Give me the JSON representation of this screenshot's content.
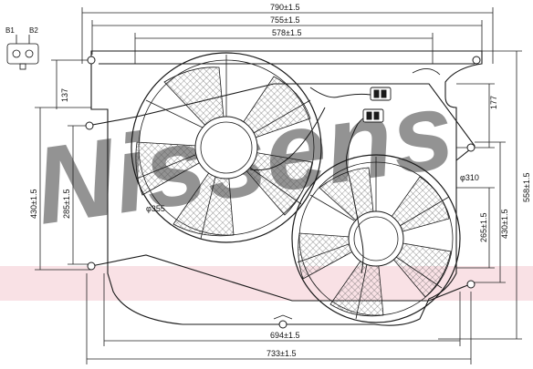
{
  "drawing": {
    "dimensions": {
      "top_outer": "790±1.5",
      "top_middle": "755±1.5",
      "top_inner": "578±1.5",
      "left_offset": "137",
      "right_offset": "177",
      "left_height_inner": "285±1.5",
      "left_height_outer": "430±1.5",
      "fan_left_diameter": "φ355",
      "fan_right_diameter": "φ310",
      "right_height_inner": "265±1.5",
      "right_height_mid": "430±1.5",
      "right_height_outer": "558±1.5",
      "bottom_inner": "694±1.5",
      "bottom_outer": "733±1.5"
    },
    "connector": {
      "label_left": "B1",
      "label_right": "B2"
    },
    "watermark": {
      "text": "Nissens",
      "color": "#aab4d6",
      "band_color": "#f4c8d0"
    },
    "colors": {
      "line": "#1a1a1a",
      "dim_line": "#222222",
      "hatch": "#555555"
    }
  }
}
